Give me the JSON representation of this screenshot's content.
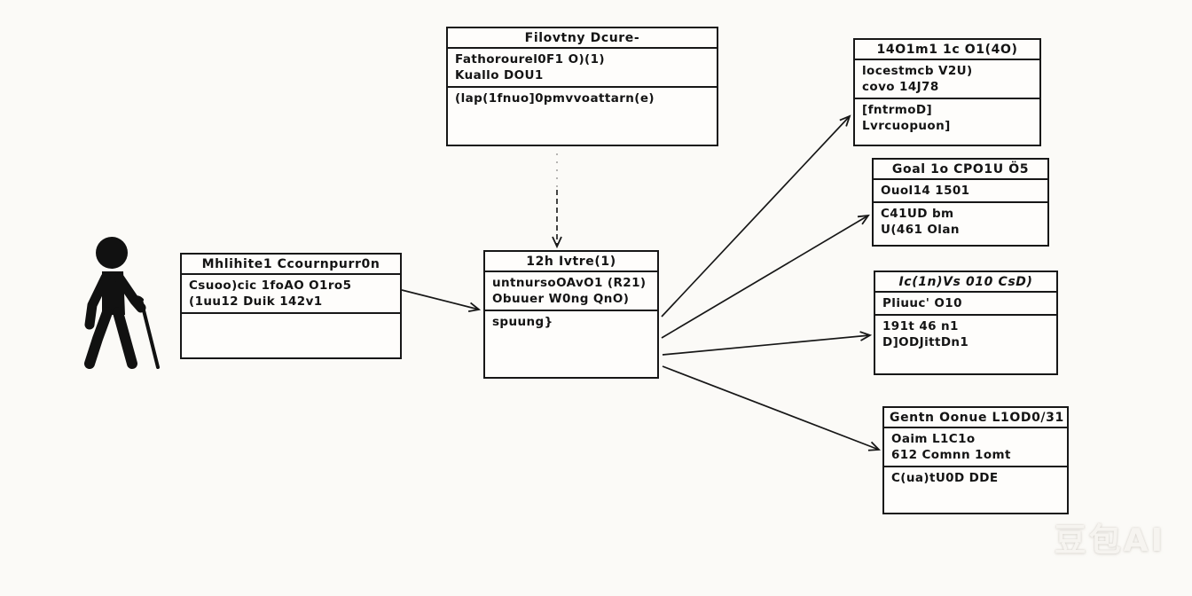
{
  "diagram": {
    "kind": "uml-class-diagram",
    "background_color": "#fbfaf7",
    "line_color": "#171717",
    "actor": {
      "label": "person-with-cane"
    },
    "boxes": [
      {
        "id": "top-class",
        "title": "Filovtny Dcure-",
        "attributes": [
          "Fathorourel0F1 O)(1)",
          "Kuallo DOU1"
        ],
        "methods": [
          "(lap(1fnuo]0pmvvoattarn(e)"
        ]
      },
      {
        "id": "left-class",
        "title": "Mhlihite1 Ccournpurr0n",
        "attributes": [
          "Csuoo)cic 1foAO O1ro5",
          "(1uu12 Duik 142v1"
        ],
        "methods": []
      },
      {
        "id": "center-class",
        "title": "12h Ivtre(1)",
        "attributes": [
          "untnursoOAvO1 (R21)",
          "Obuuer W0ng QnO)"
        ],
        "methods": [
          "spuung}"
        ]
      },
      {
        "id": "right-class-1",
        "title": "14O1m1 1c O1(4O)",
        "attributes": [
          "locestmcb V2U)",
          "covo 14J78"
        ],
        "methods": [
          "[fntrmoD]",
          "Lvrcuopuon]"
        ]
      },
      {
        "id": "right-class-2",
        "title": "Goal 1o CPO1U Ö5",
        "attributes": [
          "Ouol14 1501"
        ],
        "methods": [
          "C41UD bm",
          "U(461 Olan"
        ]
      },
      {
        "id": "right-class-3",
        "title": "Ic(1n)Vs 010 CsD)",
        "attributes": [
          "Pliuuc' O10"
        ],
        "methods": [
          "191t 46 n1",
          "D]ODJittDn1"
        ]
      },
      {
        "id": "right-class-4",
        "title": "Gentn Oonue L1OD0/31",
        "attributes": [
          "Oaim L1C1o",
          "612 Comnn 1omt"
        ],
        "methods": [
          "C(ua)tU0D DDE"
        ]
      }
    ],
    "connections": [
      {
        "from": "left-class",
        "to": "center-class",
        "style": "solid-arrow"
      },
      {
        "from": "top-class",
        "to": "center-class",
        "style": "dashed-arrow"
      },
      {
        "from": "center-class",
        "to": "right-class-1",
        "style": "solid-arrow"
      },
      {
        "from": "center-class",
        "to": "right-class-2",
        "style": "solid-arrow"
      },
      {
        "from": "center-class",
        "to": "right-class-3",
        "style": "solid-arrow"
      },
      {
        "from": "center-class",
        "to": "right-class-4",
        "style": "solid-arrow"
      }
    ],
    "watermark": {
      "text": "豆包AI"
    }
  }
}
